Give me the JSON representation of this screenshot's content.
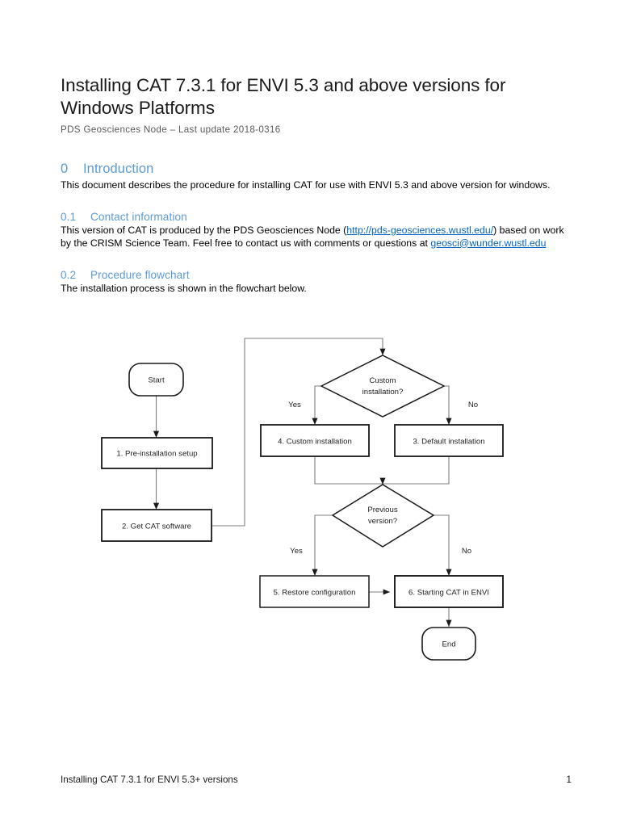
{
  "document": {
    "title": "Installing CAT 7.3.1 for ENVI 5.3 and above versions for Windows Platforms",
    "subtitle": "PDS Geosciences Node – Last update 2018-0316"
  },
  "sections": {
    "intro": {
      "number": "0",
      "heading": "Introduction",
      "paragraph": "This document describes the procedure for installing CAT for use with ENVI 5.3 and above version for windows."
    },
    "contact": {
      "number": "0.1",
      "heading": "Contact information",
      "text_before_link": "This version of CAT is produced by the PDS Geosciences Node (",
      "link_url": "http://pds-geosciences.wustl.edu/",
      "text_after_link": ") based on work by the CRISM Science Team. Feel free to contact us with comments or questions at ",
      "email": "geosci@wunder.wustl.edu"
    },
    "flowchart_section": {
      "number": "0.2",
      "heading": "Procedure flowchart",
      "paragraph": "The installation process is shown in the flowchart below."
    }
  },
  "flowchart": {
    "nodes": {
      "start": "Start",
      "step1": "1. Pre-installation setup",
      "step2": "2. Get CAT software",
      "decision1_line1": "Custom",
      "decision1_line2": "installation?",
      "step4": "4. Custom installation",
      "step3": "3. Default installation",
      "decision2_line1": "Previous",
      "decision2_line2": "version?",
      "step5": "5. Restore configuration",
      "step6": "6. Starting CAT in ENVI",
      "end": "End"
    },
    "branches": {
      "d1_yes": "Yes",
      "d1_no": "No",
      "d2_yes": "Yes",
      "d2_no": "No"
    }
  },
  "footer": {
    "left": "Installing CAT 7.3.1 for ENVI 5.3+ versions",
    "page_number": "1"
  },
  "colors": {
    "heading_blue": "#5B9BD5",
    "link_blue": "#0563C1",
    "subtitle_gray": "#595959"
  }
}
